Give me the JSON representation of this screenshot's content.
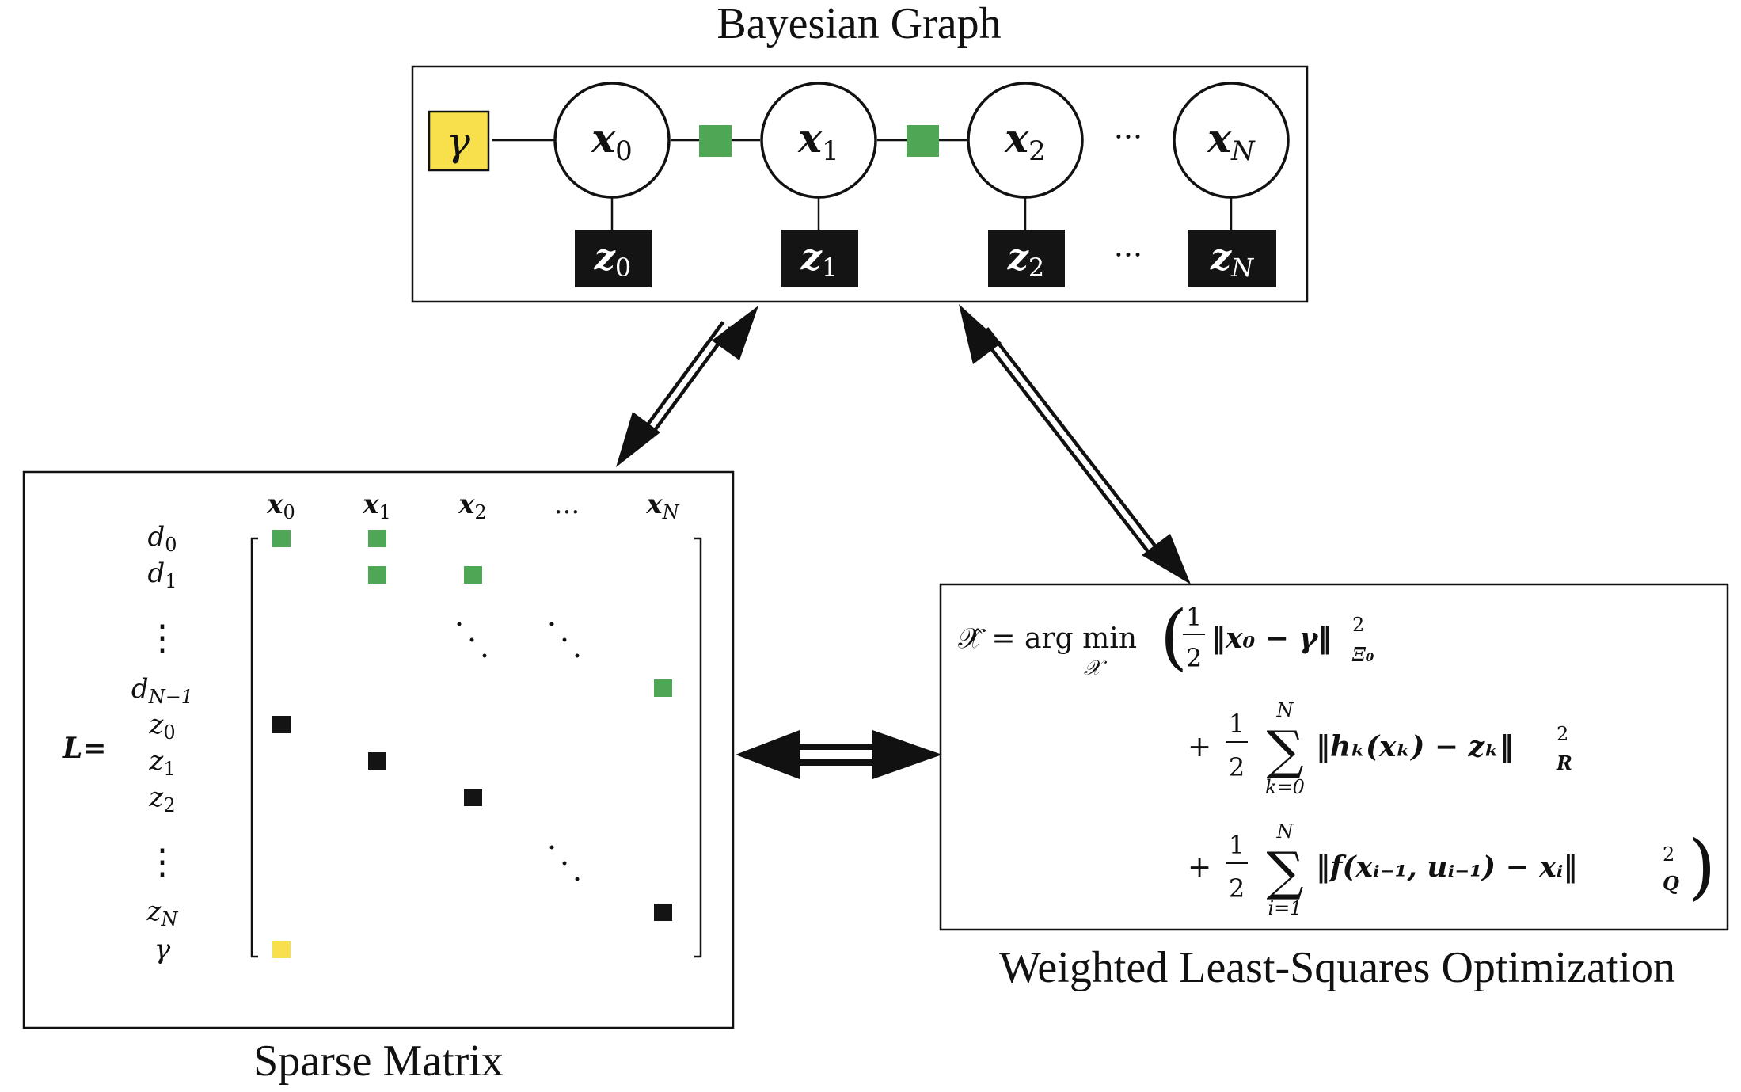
{
  "titles": {
    "bayesian_graph": "Bayesian Graph",
    "sparse_matrix": "Sparse Matrix",
    "wls": "Weighted Least-Squares Optimization"
  },
  "graph": {
    "prior_label": "γ",
    "states": [
      {
        "main": "x",
        "sub": "0"
      },
      {
        "main": "x",
        "sub": "1"
      },
      {
        "main": "x",
        "sub": "2"
      },
      {
        "main": "x",
        "sub": "N"
      }
    ],
    "measurements": [
      {
        "main": "z",
        "sub": "0"
      },
      {
        "main": "z",
        "sub": "1"
      },
      {
        "main": "z",
        "sub": "2"
      },
      {
        "main": "z",
        "sub": "N"
      }
    ],
    "ellipsis": "···"
  },
  "matrix": {
    "lhs_label": "L=",
    "col_headers": [
      {
        "main": "x",
        "sub": "0"
      },
      {
        "main": "x",
        "sub": "1"
      },
      {
        "main": "x",
        "sub": "2"
      },
      {
        "main": "...",
        "sub": ""
      },
      {
        "main": "x",
        "sub": "N"
      }
    ],
    "row_labels": [
      {
        "main": "d",
        "sub": "0"
      },
      {
        "main": "d",
        "sub": "1"
      },
      {
        "main": "⋮",
        "sub": ""
      },
      {
        "main": "d",
        "sub": "N−1"
      },
      {
        "main": "z",
        "sub": "0"
      },
      {
        "main": "z",
        "sub": "1"
      },
      {
        "main": "z",
        "sub": "2"
      },
      {
        "main": "⋮",
        "sub": ""
      },
      {
        "main": "z",
        "sub": "N"
      },
      {
        "main": "γ",
        "sub": ""
      }
    ]
  },
  "equation": {
    "line1": {
      "lhs": "𝒳̂ = arg min",
      "under": "𝒳",
      "frac_num": "1",
      "frac_den": "2",
      "body": "‖x₀ − γ‖",
      "sup": "2",
      "sub": "Ξ₀"
    },
    "line2": {
      "plus": "+",
      "frac_num": "1",
      "frac_den": "2",
      "sum_top": "N",
      "sum_bottom": "k=0",
      "body": "‖hₖ(xₖ) − zₖ‖",
      "sup": "2",
      "sub": "R"
    },
    "line3": {
      "plus": "+",
      "frac_num": "1",
      "frac_den": "2",
      "sum_top": "N",
      "sum_bottom": "i=1",
      "body": "‖f(xᵢ₋₁, uᵢ₋₁) − xᵢ‖",
      "sup": "2",
      "sub": "Q"
    }
  },
  "colors": {
    "prior": "#f7e04b",
    "odometry": "#4fa655",
    "measurement": "#141414",
    "line": "#111111"
  }
}
